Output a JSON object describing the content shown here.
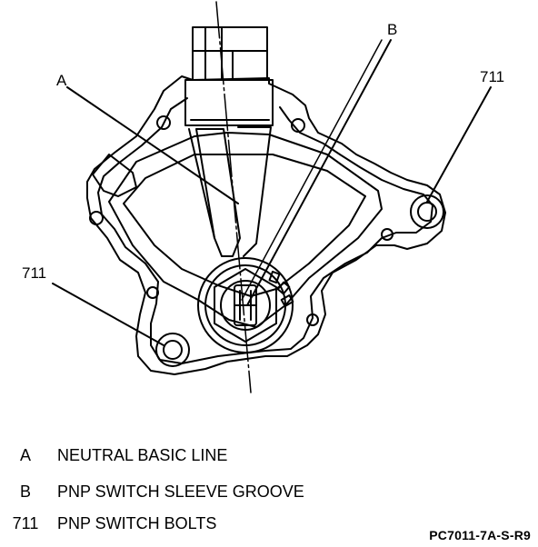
{
  "callouts": {
    "a": "A",
    "b": "B",
    "bolt_right": "711",
    "bolt_left": "711"
  },
  "legend": [
    {
      "key": "A",
      "description": "NEUTRAL BASIC LINE"
    },
    {
      "key": "B",
      "description": "PNP SWITCH SLEEVE GROOVE"
    },
    {
      "key": "711",
      "description": "PNP SWITCH BOLTS"
    }
  ],
  "figure_code": "PC7011-7A-S-R9",
  "colors": {
    "ink": "#000000",
    "paper": "#ffffff"
  }
}
